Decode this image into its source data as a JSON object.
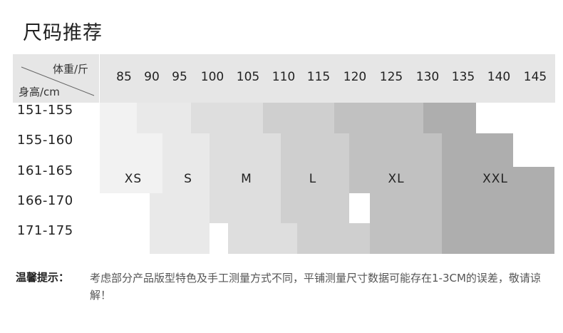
{
  "title": "尺码推荐",
  "corner": {
    "top": "体重/斤",
    "bottom": "身高/cm"
  },
  "weights": [
    "85",
    "90",
    "95",
    "100",
    "105",
    "110",
    "115",
    "120",
    "125",
    "130",
    "135",
    "140",
    "145"
  ],
  "heights": [
    "151-155",
    "155-160",
    "161-165",
    "166-170",
    "171-175"
  ],
  "sizes": [
    {
      "label": "XS",
      "color": "#f2f2f2"
    },
    {
      "label": "S",
      "color": "#e9e9e9"
    },
    {
      "label": "M",
      "color": "#dedede"
    },
    {
      "label": "L",
      "color": "#cfcfcf"
    },
    {
      "label": "XL",
      "color": "#c1c1c1"
    },
    {
      "label": "XXL",
      "color": "#aeaeae"
    }
  ],
  "note": {
    "label": "温馨提示：",
    "text": "考虑部分产品版型特色及手工测量方式不同，平铺测量尺寸数据可能存在1-3CM的误差，敬请谅解！"
  }
}
